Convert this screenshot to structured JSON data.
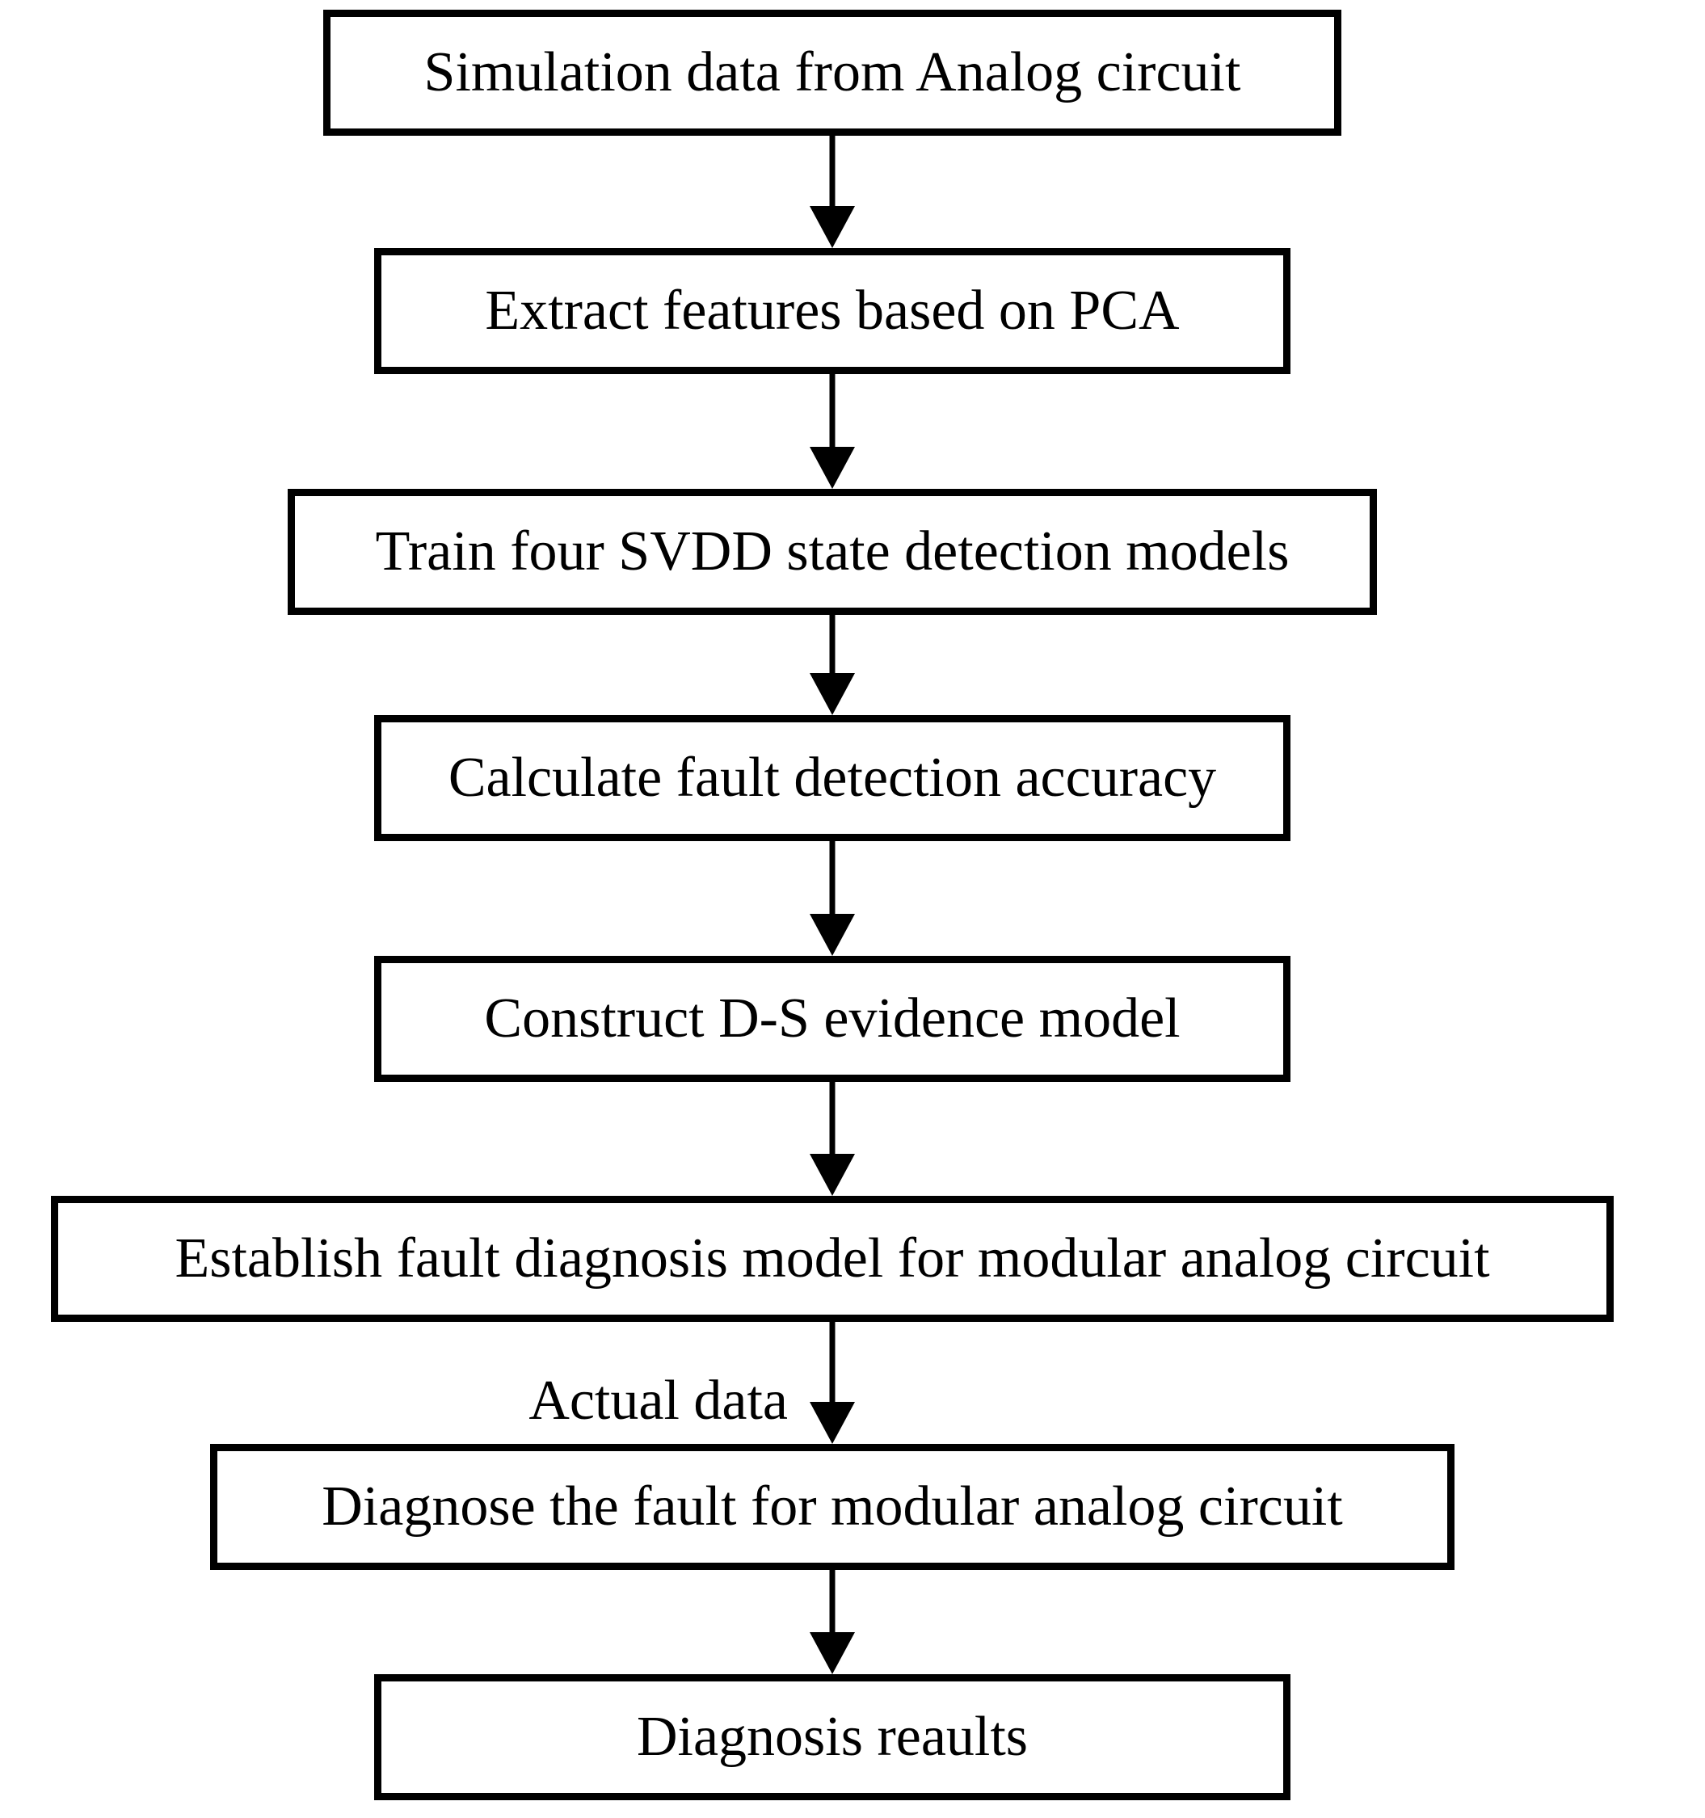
{
  "figure": {
    "type": "flowchart",
    "background_color": "#ffffff",
    "stroke_color": "#000000",
    "text_color": "#000000",
    "nodes": [
      {
        "id": "simulation-data",
        "label": "Simulation data from Analog circuit"
      },
      {
        "id": "extract-features",
        "label": "Extract features based on PCA"
      },
      {
        "id": "train-svdd-models",
        "label": "Train four SVDD state detection models"
      },
      {
        "id": "calculate-accuracy",
        "label": "Calculate fault detection accuracy"
      },
      {
        "id": "construct-ds-model",
        "label": "Construct D-S evidence model"
      },
      {
        "id": "establish-diagnosis-model",
        "label": "Establish fault diagnosis model for modular analog circuit"
      },
      {
        "id": "diagnose-fault",
        "label": "Diagnose the fault for modular analog circuit"
      },
      {
        "id": "diagnosis-results",
        "label": "Diagnosis reaults"
      }
    ],
    "edges": [
      {
        "from": "simulation-data",
        "to": "extract-features",
        "label": ""
      },
      {
        "from": "extract-features",
        "to": "train-svdd-models",
        "label": ""
      },
      {
        "from": "train-svdd-models",
        "to": "calculate-accuracy",
        "label": ""
      },
      {
        "from": "calculate-accuracy",
        "to": "construct-ds-model",
        "label": ""
      },
      {
        "from": "construct-ds-model",
        "to": "establish-diagnosis-model",
        "label": ""
      },
      {
        "from": "establish-diagnosis-model",
        "to": "diagnose-fault",
        "label": "Actual data"
      },
      {
        "from": "diagnose-fault",
        "to": "diagnosis-results",
        "label": ""
      }
    ]
  }
}
